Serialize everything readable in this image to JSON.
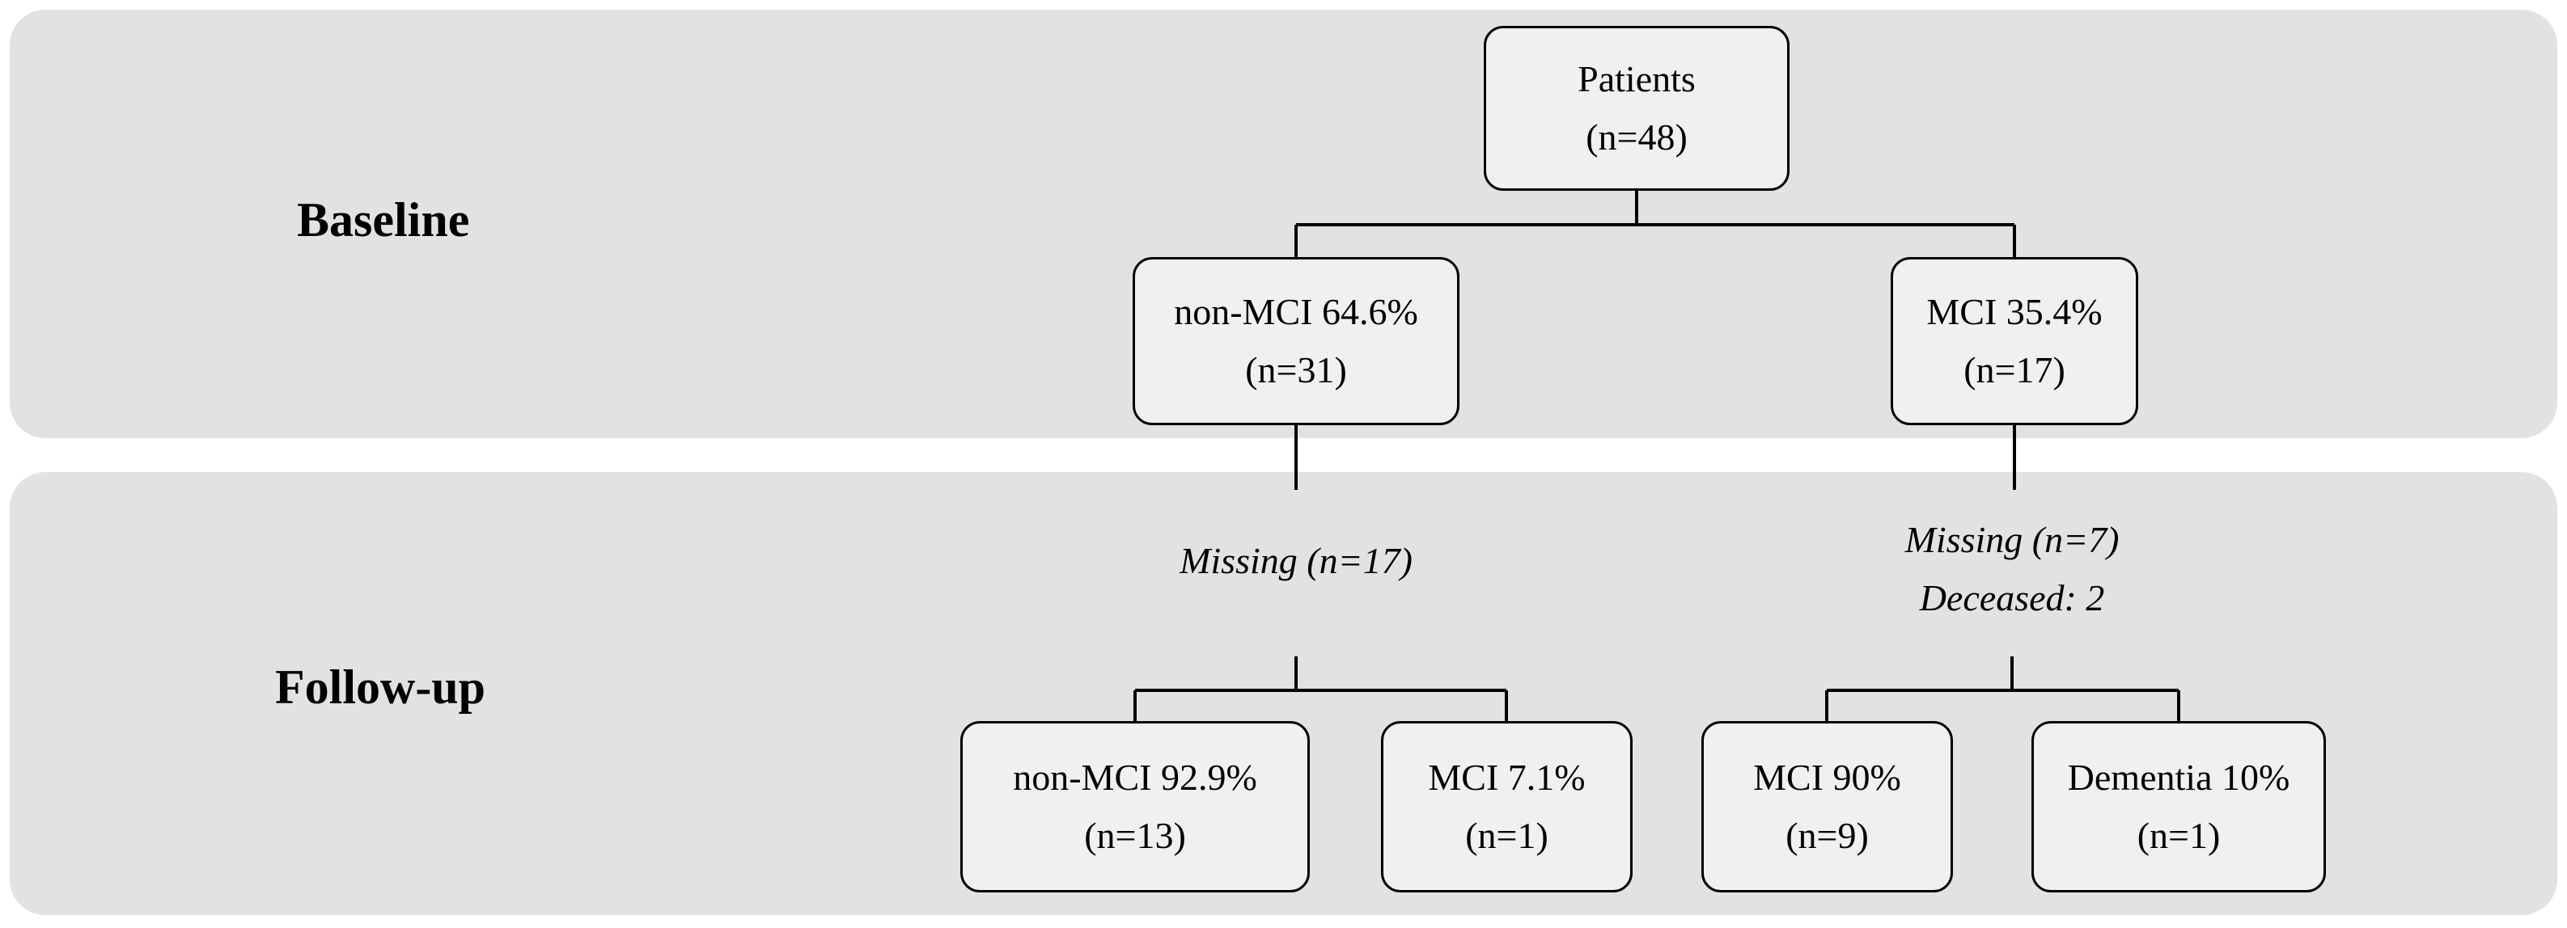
{
  "phases": {
    "baseline": "Baseline",
    "followup": "Follow-up"
  },
  "nodes": {
    "patients": {
      "line1": "Patients",
      "line2": "(n=48)"
    },
    "baseline_non_mci": {
      "line1": "non-MCI 64.6%",
      "line2": "(n=31)"
    },
    "baseline_mci": {
      "line1": "MCI 35.4%",
      "line2": "(n=17)"
    },
    "followup_non_mci_from_non_mci": {
      "line1": "non-MCI 92.9%",
      "line2": "(n=13)"
    },
    "followup_mci_from_non_mci": {
      "line1": "MCI 7.1%",
      "line2": "(n=1)"
    },
    "followup_mci_from_mci": {
      "line1": "MCI 90%",
      "line2": "(n=9)"
    },
    "followup_dementia_from_mci": {
      "line1": "Dementia 10%",
      "line2": "(n=1)"
    }
  },
  "notes": {
    "missing_non_mci": {
      "line1": "Missing (n=17)"
    },
    "missing_mci": {
      "line1": "Missing (n=7)",
      "line2": "Deceased: 2"
    }
  },
  "colors": {
    "band_background": "#e2e2e2",
    "node_fill": "#f0f0f0",
    "stroke": "#000000"
  }
}
